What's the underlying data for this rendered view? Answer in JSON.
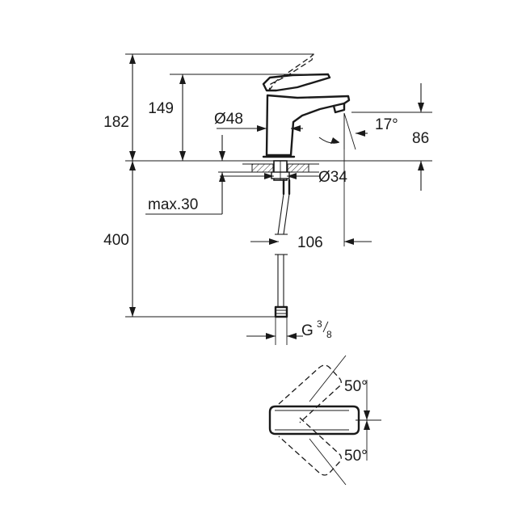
{
  "dimensions": {
    "total_height": "182",
    "spout_height": "149",
    "body_diameter": "Ø48",
    "spout_angle": "17°",
    "spout_outlet_height": "86",
    "hole_diameter": "Ø34",
    "max_deck_thickness": "max.30",
    "hose_length": "400",
    "spout_reach": "106",
    "thread_letter": "G",
    "thread_num": "3",
    "thread_den": "8",
    "lever_angle_up": "50°",
    "lever_angle_down": "50°"
  }
}
